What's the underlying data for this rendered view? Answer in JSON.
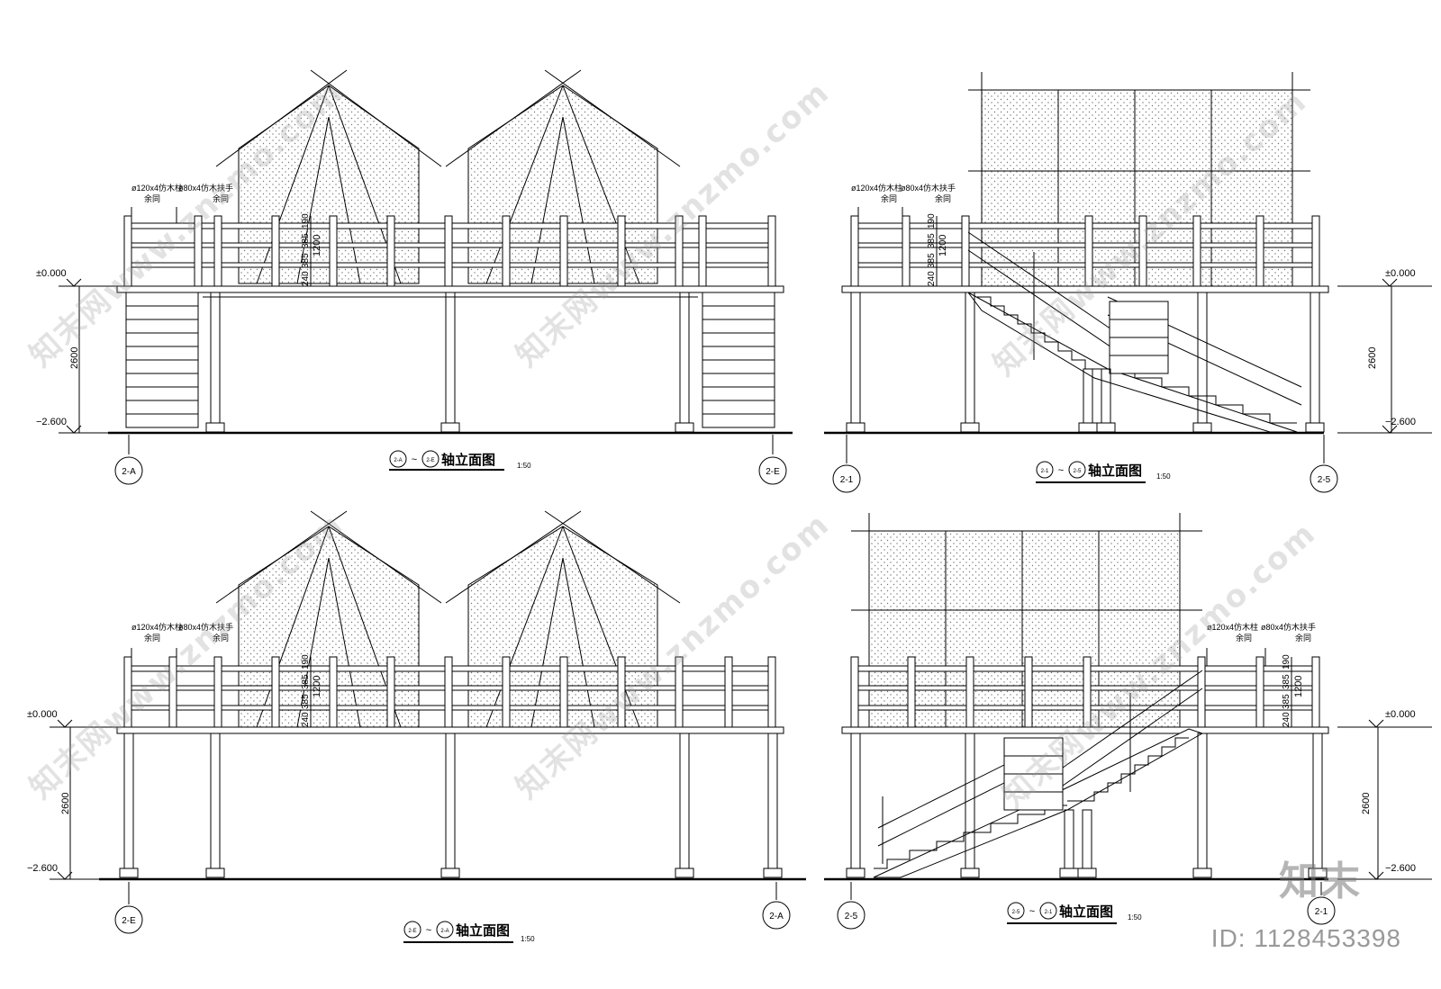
{
  "views": [
    {
      "id": "v1",
      "kind": "tent",
      "title_from": "2-A",
      "title_to": "2-E",
      "title_text": "轴立面图",
      "scale": "1:50",
      "axis_left": "2-A",
      "axis_right": "2-E",
      "elev_top": "±0.000",
      "elev_bottom": "−2.600",
      "height_dim": "2600",
      "rail_total": "1200",
      "rail_dims": [
        "240",
        "385",
        "385",
        "190"
      ],
      "note_post": "ø120x4仿木柱",
      "note_post_sub": "余同",
      "note_rail": "ø80x4仿木扶手",
      "note_rail_sub": "余同"
    },
    {
      "id": "v2",
      "kind": "box",
      "title_from": "2-1",
      "title_to": "2-5",
      "title_text": "轴立面图",
      "scale": "1:50",
      "axis_left": "2-1",
      "axis_right": "2-5",
      "elev_top": "±0.000",
      "elev_bottom": "−2.600",
      "height_dim": "2600",
      "rail_total": "1200",
      "rail_dims": [
        "240",
        "385",
        "385",
        "190"
      ],
      "note_post": "ø120x4仿木柱",
      "note_post_sub": "余同",
      "note_rail": "ø80x4仿木扶手",
      "note_rail_sub": "余同"
    },
    {
      "id": "v3",
      "kind": "tent",
      "title_from": "2-E",
      "title_to": "2-A",
      "title_text": "轴立面图",
      "scale": "1:50",
      "axis_left": "2-E",
      "axis_right": "2-A",
      "elev_top": "±0.000",
      "elev_bottom": "−2.600",
      "height_dim": "2600",
      "rail_total": "1200",
      "rail_dims": [
        "240",
        "385",
        "385",
        "190"
      ],
      "note_post": "ø120x4仿木柱",
      "note_post_sub": "余同",
      "note_rail": "ø80x4仿木扶手",
      "note_rail_sub": "余同"
    },
    {
      "id": "v4",
      "kind": "box",
      "title_from": "2-5",
      "title_to": "2-1",
      "title_text": "轴立面图",
      "scale": "1:50",
      "axis_left": "2-5",
      "axis_right": "2-1",
      "elev_top": "±0.000",
      "elev_bottom": "−2.600",
      "height_dim": "2600",
      "rail_total": "1200",
      "rail_dims": [
        "240",
        "385",
        "385",
        "190"
      ],
      "note_post": "ø120x4仿木柱",
      "note_post_sub": "余同",
      "note_rail": "ø80x4仿木扶手",
      "note_rail_sub": "余同"
    }
  ],
  "watermark": "知末网www.znzmo.com",
  "brand": "知末",
  "id_label": "ID: 1128453398",
  "colors": {
    "line": "#000000",
    "dots": "#777777",
    "watermark": "#9a9a9a"
  }
}
